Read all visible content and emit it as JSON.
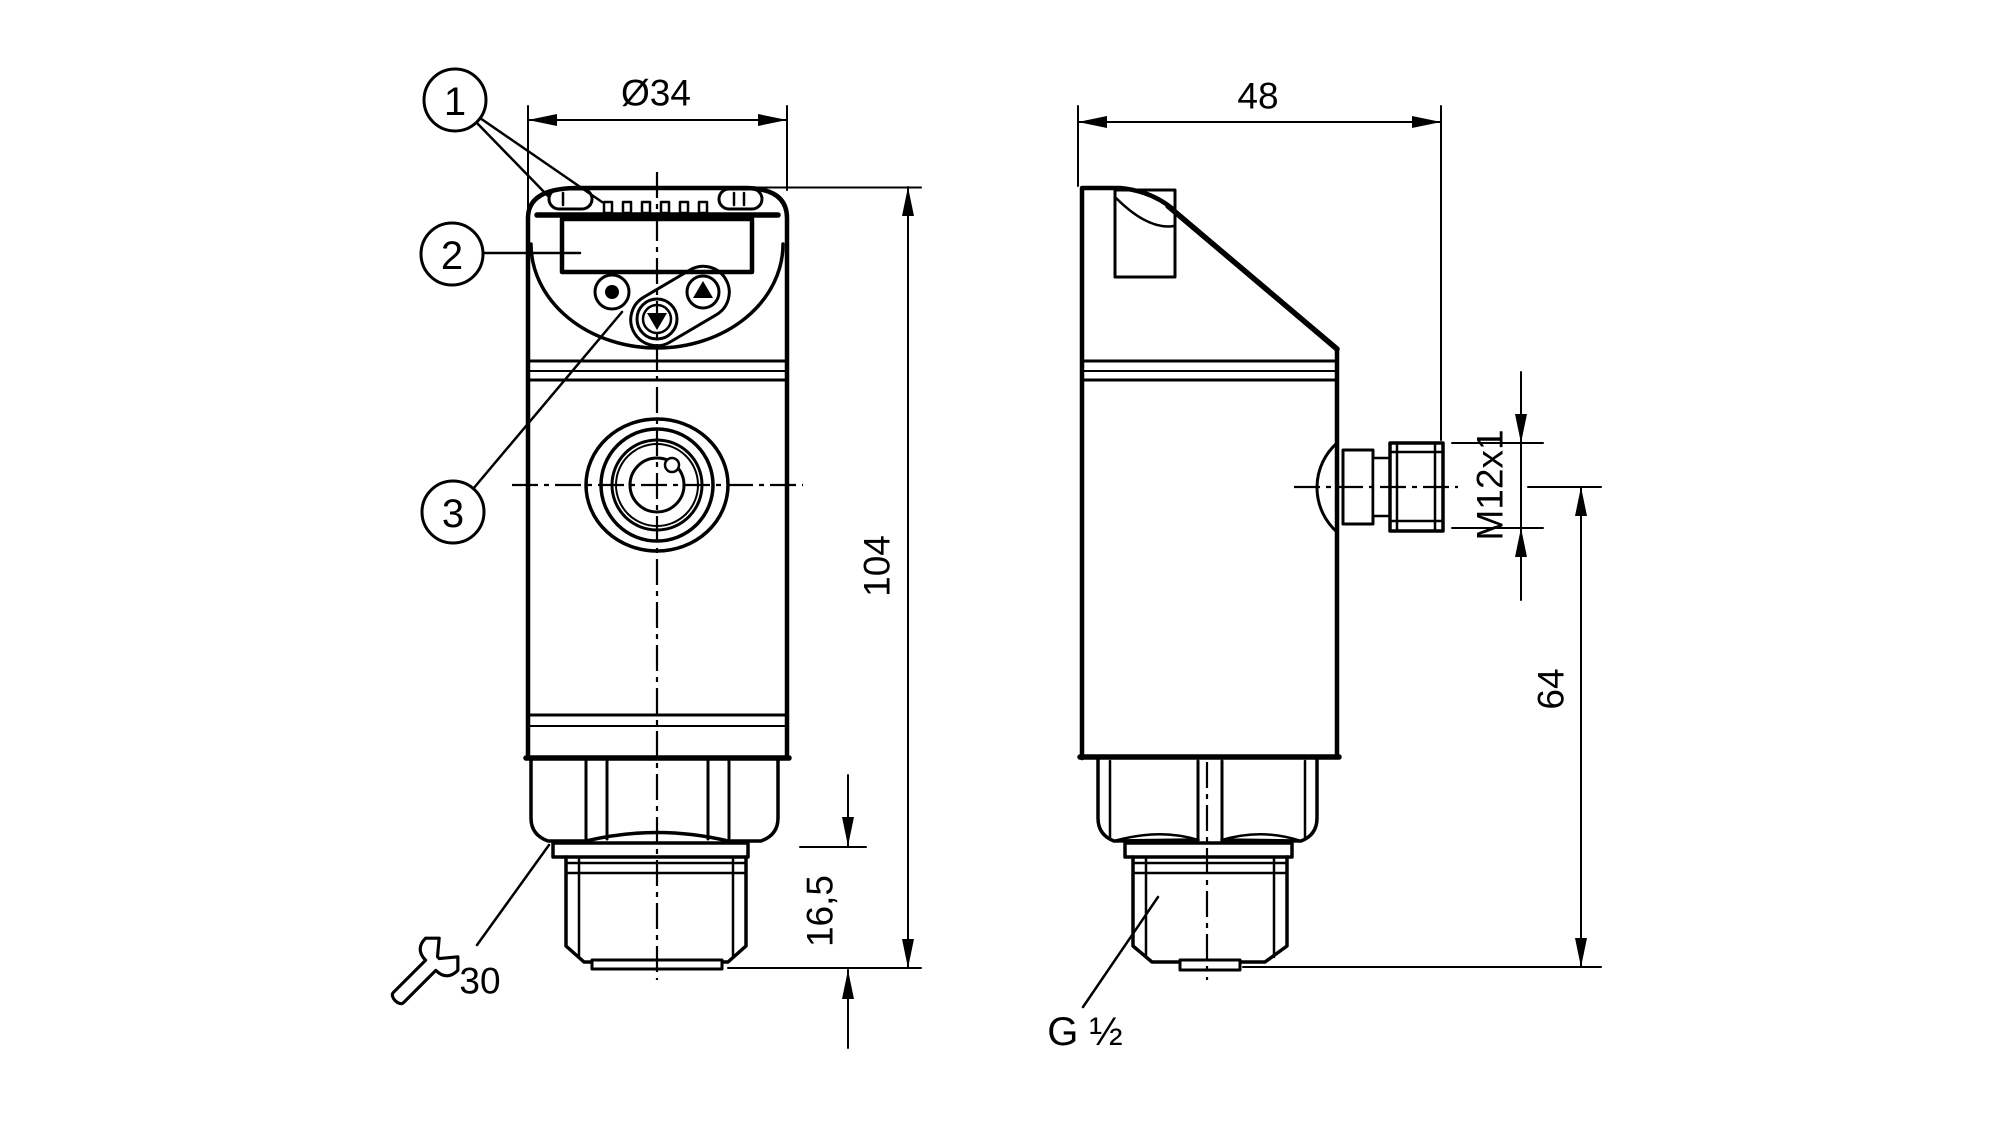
{
  "page": {
    "background_color": "#ffffff",
    "line_color": "#000000",
    "description": "Technical dimensional drawing of a pressure sensor with display, front view and side view, dimensions in mm"
  },
  "drawing": {
    "callouts": {
      "c1": "1",
      "c2": "2",
      "c3": "3"
    },
    "dimensions": {
      "front_width": "Ø34",
      "front_height": "104",
      "lower_section": "16,5",
      "side_depth": "48",
      "connector_thread": "M12x1",
      "axis_to_tip": "64",
      "process_connection": "G ½",
      "wrench_size": "30"
    },
    "icons": {
      "wrench": "wrench-icon"
    }
  }
}
